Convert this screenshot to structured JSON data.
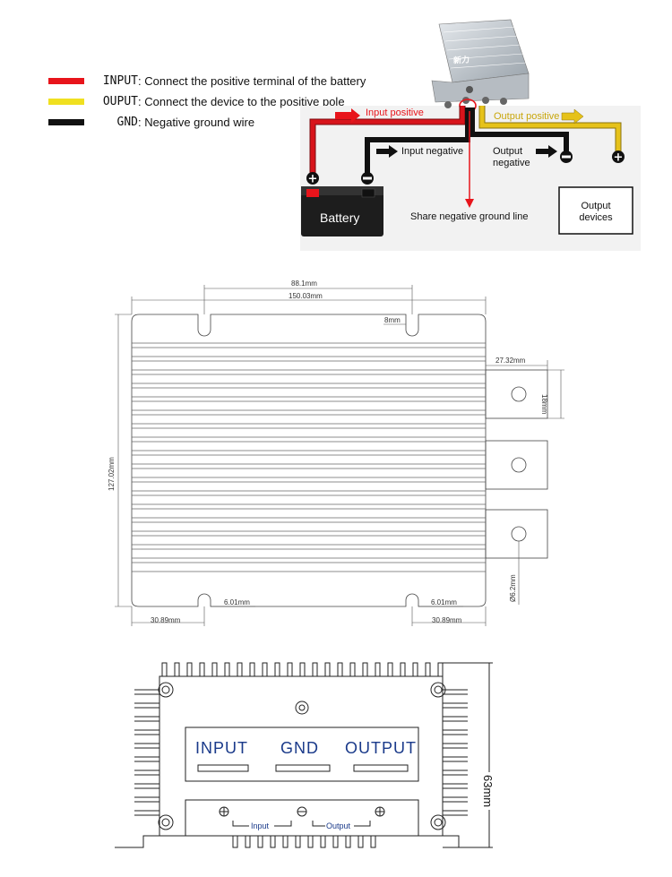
{
  "legend": {
    "input": {
      "key": "INPUT",
      "text": "Connect the positive terminal of the battery",
      "color": "#e8141b"
    },
    "output": {
      "key": "OUPUT",
      "text": "Connect the device to the positive pole",
      "color": "#f0e020"
    },
    "gnd": {
      "key": "GND",
      "text": "Negative ground wire",
      "color": "#111111"
    }
  },
  "wiring": {
    "input_positive": "Input positive",
    "input_negative": "Input negative",
    "output_positive": "Output positive",
    "output_negative": "Output negative",
    "share_ground": "Share negative ground line",
    "battery": "Battery",
    "output_devices": "Output devices",
    "brand_mark": "新力",
    "colors": {
      "red": "#d8141b",
      "yellow": "#e6c21a",
      "black": "#111111"
    }
  },
  "top_view": {
    "dims": {
      "inner_width": "88.1mm",
      "total_width": "150.03mm",
      "slot": "8mm",
      "tab_length": "27.32mm",
      "tab_width": "18mm",
      "height": "127.02mm",
      "hole": "Ø6.2mm",
      "slot_width_left": "6.01mm",
      "slot_width_right": "6.01mm",
      "offset_left": "30.89mm",
      "offset_right": "30.89mm"
    }
  },
  "front_view": {
    "ports": {
      "input": "INPUT",
      "gnd": "GND",
      "output": "OUTPUT"
    },
    "bottom_labels": {
      "input": "Input",
      "output": "Output"
    },
    "height_dim": "63mm"
  }
}
